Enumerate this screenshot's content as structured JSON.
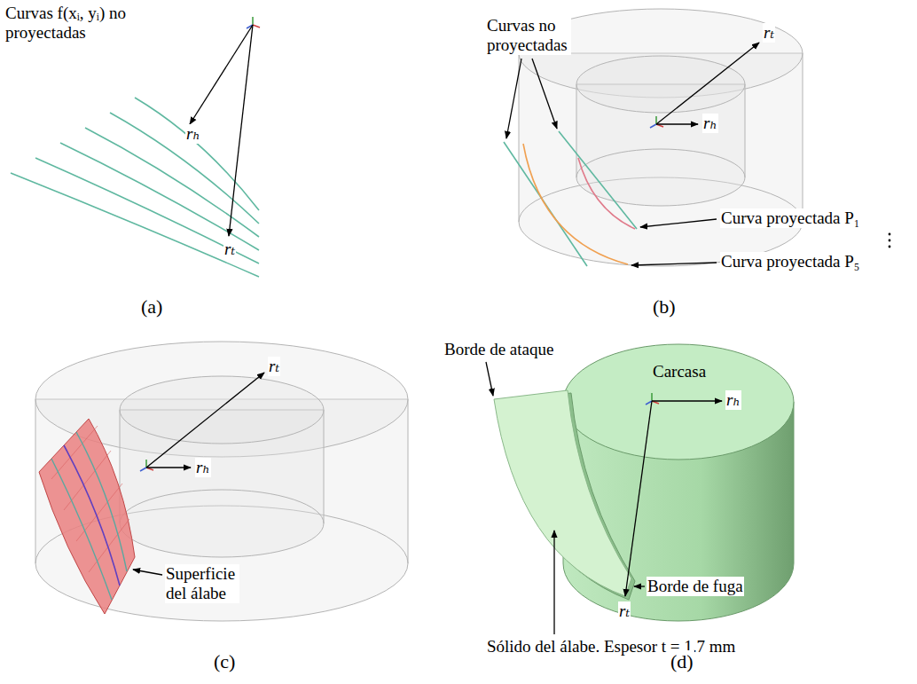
{
  "diagram": {
    "labels": [
      "Curvas f(xᵢ, yᵢ) no proyectadas",
      "rₕ",
      "rₜ",
      "(a)",
      "Curvas no proyectadas",
      "rₜ",
      "rₕ",
      "Curva proyectada P₁",
      "Curva proyectada P₅",
      "(b)",
      "rₜ",
      "rₕ",
      "Superficie del álabe",
      "(c)",
      "Borde de ataque",
      "Carcasa",
      "rₕ",
      "rₜ",
      "Borde de fuga",
      "Sólido del álabe. Espesor t = 1.7 mm",
      "(d)"
    ]
  }
}
